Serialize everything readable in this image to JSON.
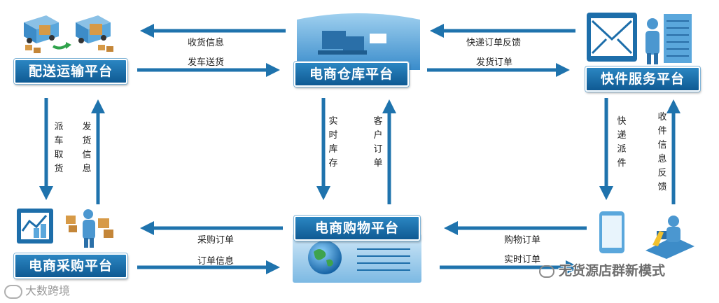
{
  "nodes": {
    "delivery": "配送运输平台",
    "warehouse": "电商仓库平台",
    "express": "快件服务平台",
    "procurement": "电商采购平台",
    "shopping": "电商购物平台"
  },
  "edges": {
    "warehouse_to_delivery": "收货信息",
    "delivery_to_warehouse": "发车送货",
    "express_to_warehouse": "快递订单反馈",
    "warehouse_to_express": "发货订单",
    "delivery_to_procurement": "派车取货",
    "procurement_to_delivery": "发货信息",
    "warehouse_to_shopping": "实时库存",
    "shopping_to_warehouse": "客户订单",
    "express_to_customer": "快递派件",
    "customer_to_express": "收件信息反馈",
    "shopping_to_procurement": "采购订单",
    "procurement_to_shopping": "订单信息",
    "customer_to_shopping_1": "购物订单",
    "customer_to_shopping_2": "实时订单"
  },
  "watermarks": {
    "bottom_left": "大数跨境",
    "bottom_right": "无货源店群新模式"
  },
  "colors": {
    "arrow": "#1f73ad",
    "label_bg": "#1667a3"
  }
}
